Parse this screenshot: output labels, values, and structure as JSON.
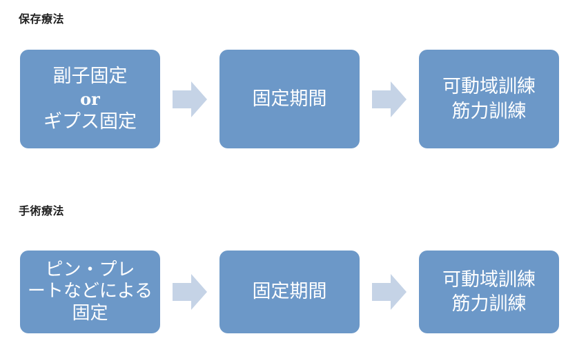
{
  "sections": [
    {
      "title": "保存療法",
      "steps": [
        {
          "lines": [
            "副子固定",
            "or",
            "ギプス固定"
          ]
        },
        {
          "lines": [
            "固定期間"
          ]
        },
        {
          "lines": [
            "可動域訓練",
            "筋力訓練"
          ]
        }
      ]
    },
    {
      "title": "手術療法",
      "steps": [
        {
          "lines": [
            "ピン・プレ",
            "ートなどによる",
            "固定"
          ]
        },
        {
          "lines": [
            "固定期間"
          ]
        },
        {
          "lines": [
            "可動域訓練",
            "筋力訓練"
          ]
        }
      ]
    }
  ],
  "colors": {
    "box": "#6c98c8",
    "arrow": "#c5d3e6",
    "text": "#ffffff"
  }
}
